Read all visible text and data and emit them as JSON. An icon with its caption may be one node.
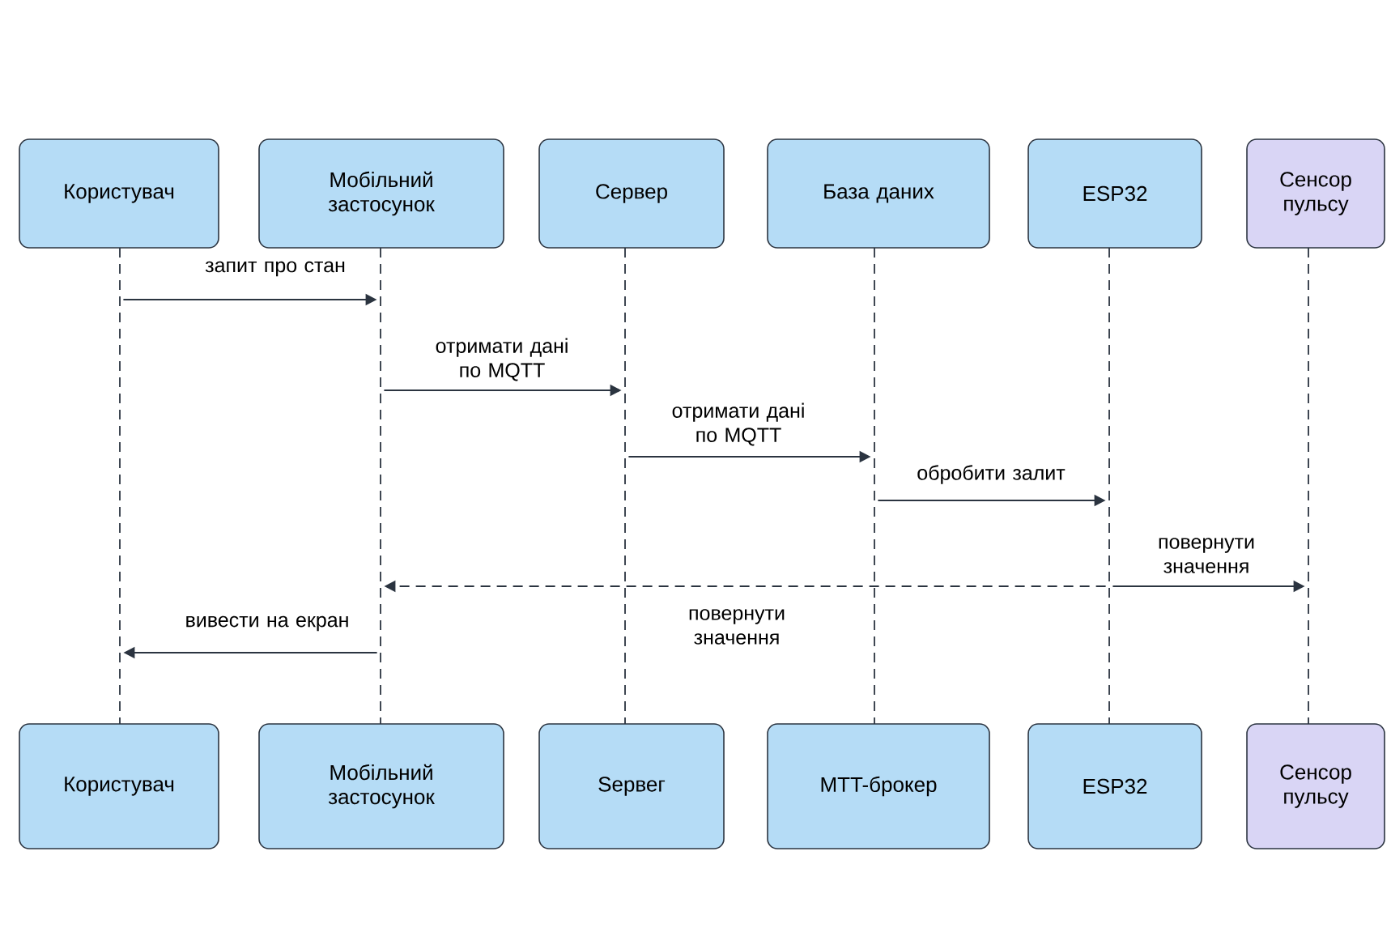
{
  "diagram": {
    "nodes": [
      {
        "text": [
          "Користувач"
        ]
      },
      {
        "text": [
          "Мобільний застосунок"
        ]
      },
      {
        "text": [
          "Сервер"
        ]
      },
      {
        "text": [
          "База даних"
        ]
      },
      {
        "text": [
          "ESP32"
        ]
      },
      {
        "text": [
          "Сенсор пульсу"
        ]
      },
      {
        "text": [
          "Користувач"
        ]
      },
      {
        "text": [
          "Мобільний застосунок"
        ]
      },
      {
        "text": [
          "Sервег"
        ]
      },
      {
        "text": [
          "MTT-брокер"
        ]
      },
      {
        "text": [
          "ESP32"
        ]
      },
      {
        "text": [
          "Сенсор пульсу"
        ]
      },
      {
        "text": [],
        "shape": "line"
      },
      {
        "text": [],
        "shape": "line"
      },
      {
        "text": [],
        "shape": "line"
      },
      {
        "text": [],
        "shape": "line"
      },
      {
        "text": [],
        "shape": "line"
      },
      {
        "text": [],
        "shape": "line"
      }
    ],
    "edges": [
      {
        "from": 12,
        "to": 13,
        "arrow": "to",
        "label": "запит про стан"
      },
      {
        "from": 13,
        "to": 14,
        "arrow": "to",
        "label": "отримати дані по MQTT"
      },
      {
        "from": 14,
        "to": 15,
        "arrow": "to",
        "label": "отримати дані по MQTT"
      },
      {
        "from": 15,
        "to": 16,
        "arrow": "to",
        "label": "обробити залит"
      },
      {
        "from": 16,
        "to": 17,
        "arrow": "to",
        "label": "повернути значення"
      },
      {
        "from": 16,
        "to": 13,
        "arrow": "to",
        "style": "dashed",
        "label": "повернути значення"
      },
      {
        "from": 13,
        "to": 12,
        "arrow": "to",
        "label": "вивести на екран"
      }
    ]
  }
}
